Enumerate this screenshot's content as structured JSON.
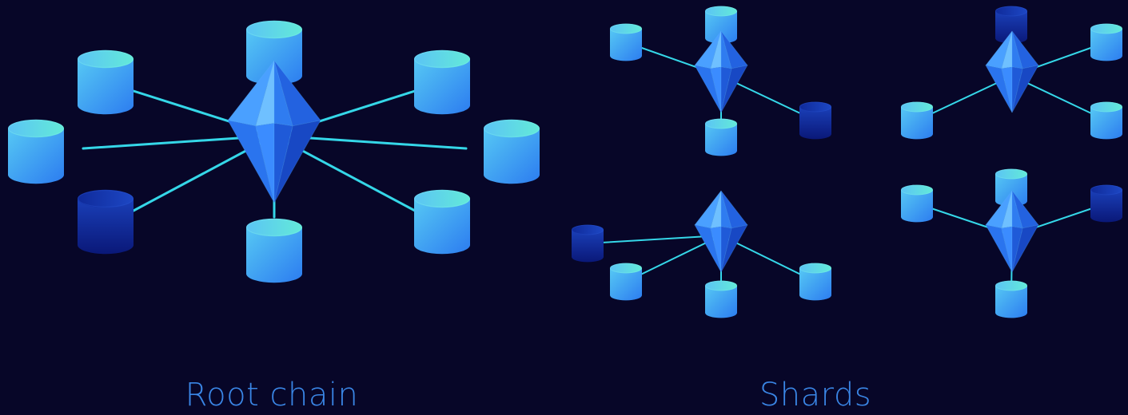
{
  "labels": {
    "root": "Root chain",
    "shards": "Shards"
  },
  "colors": {
    "background": "#070628",
    "link": "#35d7e8",
    "node_light_top": "#5fd0f2",
    "node_light_bottom": "#2f88f0",
    "node_dark_top": "#1a3fb8",
    "node_dark_bottom": "#0a1a7c",
    "crystal_light": "#4fa6ff",
    "crystal_dark": "#1b4fd8",
    "caption": "#3a86e6"
  },
  "icons": {
    "node": "database-cylinder-icon",
    "hub": "crystal-diamond-icon"
  },
  "root_chain": {
    "nodes": [
      "light",
      "light",
      "light",
      "light",
      "light",
      "dark",
      "light",
      "light"
    ]
  },
  "shards": [
    {
      "nodes": [
        "light",
        "light",
        "light",
        "dark"
      ]
    },
    {
      "nodes": [
        "dark",
        "light",
        "light",
        "light"
      ]
    },
    {
      "nodes": [
        "dark",
        "light",
        "light",
        "light"
      ]
    },
    {
      "nodes": [
        "light",
        "light",
        "dark",
        "light"
      ]
    }
  ]
}
